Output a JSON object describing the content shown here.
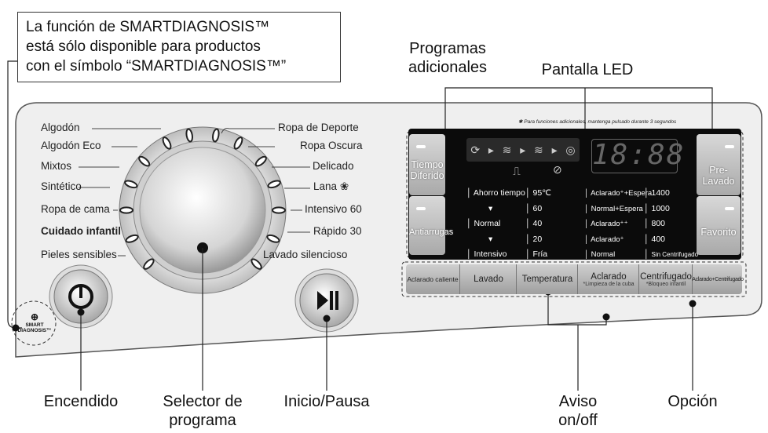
{
  "notice": {
    "line1": "La función de SMARTDIAGNOSIS™",
    "line2": "está sólo disponible para productos",
    "line3": "con el símbolo “SMARTDIAGNOSIS™”"
  },
  "callouts": {
    "programas_adicionales_1": "Programas",
    "programas_adicionales_2": "adicionales",
    "pantalla_led": "Pantalla LED",
    "encendido": "Encendido",
    "selector_1": "Selector de",
    "selector_2": "programa",
    "inicio_pausa": "Inicio/Pausa",
    "aviso_1": "Aviso",
    "aviso_2": "on/off",
    "opcion": "Opción"
  },
  "programs_left": [
    "Algodón",
    "Algodón Eco",
    "Mixtos",
    "Sintético",
    "Ropa de cama",
    "Cuidado infantil",
    "Pieles sensibles"
  ],
  "programs_right": [
    "Ropa de Deporte",
    "Ropa Oscura",
    "Delicado",
    "Lana",
    "Intensivo 60",
    "Rápido 30",
    "Lavado silencioso"
  ],
  "display": {
    "hint": "✱ Para funciones adicionales, mantenga pulsado durante 3 segundos",
    "led_value": "18:88",
    "left_buttons": [
      {
        "line1": "Tiempo",
        "line2": "Diferido"
      },
      {
        "line1": "Antiarrugas",
        "line2": ""
      }
    ],
    "right_buttons": [
      {
        "line1": "Pre-Lavado",
        "line2": ""
      },
      {
        "line1": "Favorito",
        "line2": ""
      }
    ],
    "col1": [
      "Ahorro tiempo",
      "▾",
      "Normal",
      "▾",
      "Intensivo"
    ],
    "col2": [
      "95℃",
      "60",
      "40",
      "20",
      "Fría"
    ],
    "col3": [
      "Aclarado⁺+Espera",
      "Normal+Espera",
      "Aclarado⁺⁺",
      "Aclarado⁺",
      "Normal"
    ],
    "col4": [
      "1400",
      "1000",
      "800",
      "400",
      "Sin Centrifugado"
    ]
  },
  "options": [
    {
      "label": "Aclarado caliente",
      "sub": ""
    },
    {
      "label": "Lavado",
      "sub": ""
    },
    {
      "label": "Temperatura",
      "sub": ""
    },
    {
      "label": "Aclarado",
      "sub": "*Limpieza de la cuba"
    },
    {
      "label": "Centrifugado",
      "sub": "*Bloqueo infantil"
    },
    {
      "label": "Aclarado+Centrifugado",
      "sub": ""
    }
  ],
  "smart_logo": {
    "line1": "SMART",
    "line2": "DIAGNOSIS™"
  },
  "colors": {
    "panel": "#efefef",
    "display": "#0b0b0b",
    "button_grey": "#b8b8b8"
  }
}
